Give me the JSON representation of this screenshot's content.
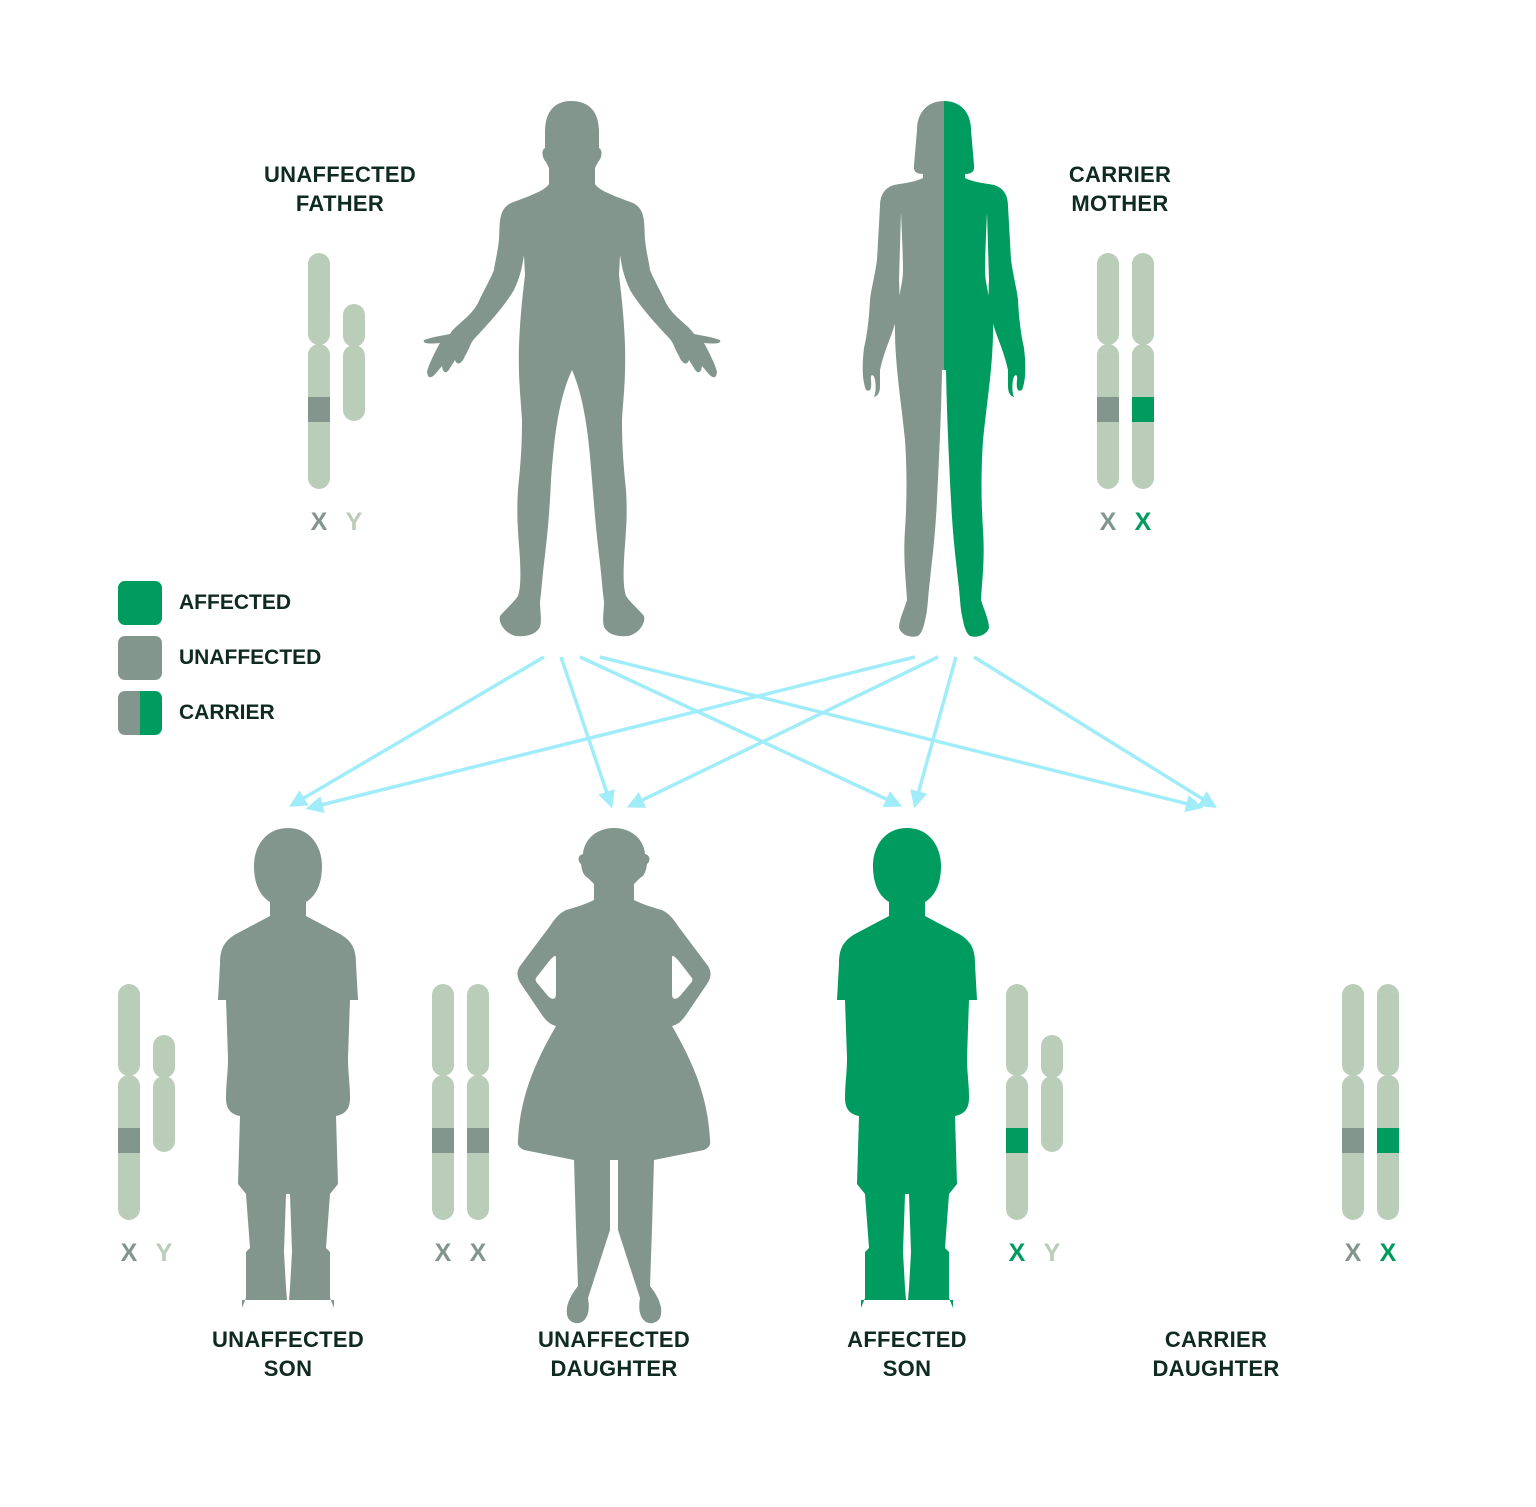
{
  "colors": {
    "affected": "#009b5e",
    "unaffected": "#82968d",
    "chromosome": "#b9cdb9",
    "arrow": "#a0ecf8",
    "text": "#0f2a20",
    "y_label": "#b9cdb9"
  },
  "legend": {
    "items": [
      {
        "label": "AFFECTED",
        "type": "affected"
      },
      {
        "label": "UNAFFECTED",
        "type": "unaffected"
      },
      {
        "label": "CARRIER",
        "type": "carrier"
      }
    ]
  },
  "parents": {
    "father": {
      "title_line1": "UNAFFECTED",
      "title_line2": "FATHER",
      "status": "unaffected",
      "chromosomes": [
        {
          "label": "X",
          "band": "unaffected",
          "kind": "X"
        },
        {
          "label": "Y",
          "band": null,
          "kind": "Y"
        }
      ]
    },
    "mother": {
      "title_line1": "CARRIER",
      "title_line2": "MOTHER",
      "status": "carrier",
      "chromosomes": [
        {
          "label": "X",
          "band": "unaffected",
          "kind": "X"
        },
        {
          "label": "X",
          "band": "affected",
          "kind": "X"
        }
      ]
    }
  },
  "children": [
    {
      "title_line1": "UNAFFECTED",
      "title_line2": "SON",
      "status": "unaffected",
      "sex": "male",
      "chromosomes": [
        {
          "label": "X",
          "band": "unaffected",
          "kind": "X"
        },
        {
          "label": "Y",
          "band": null,
          "kind": "Y"
        }
      ]
    },
    {
      "title_line1": "UNAFFECTED",
      "title_line2": "DAUGHTER",
      "status": "unaffected",
      "sex": "female",
      "chromosomes": [
        {
          "label": "X",
          "band": "unaffected",
          "kind": "X"
        },
        {
          "label": "X",
          "band": "unaffected",
          "kind": "X"
        }
      ]
    },
    {
      "title_line1": "AFFECTED",
      "title_line2": "SON",
      "status": "affected",
      "sex": "male",
      "chromosomes": [
        {
          "label": "X",
          "band": "affected",
          "kind": "X"
        },
        {
          "label": "Y",
          "band": null,
          "kind": "Y"
        }
      ]
    },
    {
      "title_line1": "CARRIER",
      "title_line2": "DAUGHTER",
      "status": "carrier",
      "sex": "female",
      "chromosomes": [
        {
          "label": "X",
          "band": "unaffected",
          "kind": "X"
        },
        {
          "label": "X",
          "band": "affected",
          "kind": "X"
        }
      ]
    }
  ],
  "inheritance_arrows": [
    {
      "from": "father",
      "to": "unaffected-son"
    },
    {
      "from": "father",
      "to": "unaffected-daughter"
    },
    {
      "from": "father",
      "to": "affected-son"
    },
    {
      "from": "father",
      "to": "carrier-daughter"
    },
    {
      "from": "mother",
      "to": "unaffected-son"
    },
    {
      "from": "mother",
      "to": "unaffected-daughter"
    },
    {
      "from": "mother",
      "to": "affected-son"
    },
    {
      "from": "mother",
      "to": "carrier-daughter"
    }
  ]
}
